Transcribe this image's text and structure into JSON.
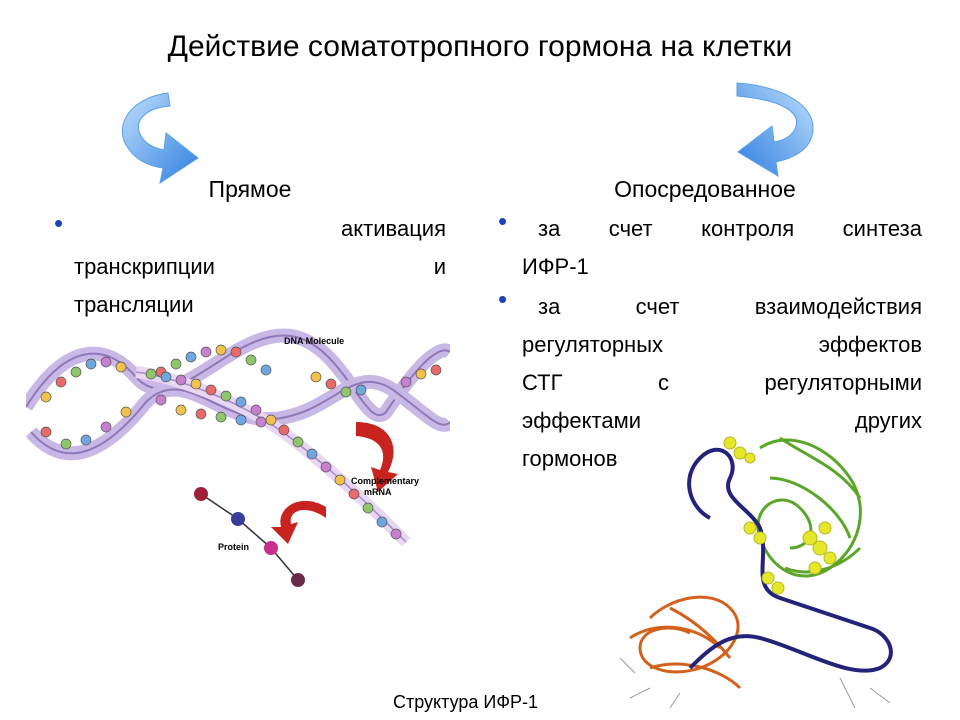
{
  "title": "Действие соматотропного гормона на клетки",
  "left": {
    "heading": "Прямое",
    "bullet_lines": [
      "активация",
      "транскрипции и",
      "трансляции"
    ]
  },
  "right": {
    "heading": "Опосредованное",
    "bullets": [
      {
        "lines": [
          "за счет контроля синтеза",
          "ИФР-1"
        ]
      },
      {
        "lines": [
          "за счет взаимодействия",
          "регуляторных эффектов",
          "СТГ с регуляторными",
          "эффектами других",
          "гормонов"
        ]
      }
    ]
  },
  "dna_figure": {
    "label_molecule": "DNA Molecule",
    "label_mrna_1": "Complementary",
    "label_mrna_2": "mRNA",
    "label_protein": "Protein"
  },
  "caption": "Структура ИФР-1",
  "colors": {
    "arrow_blue": "#3d8ee8",
    "bullet_blue": "#1f3fbf",
    "dna_violet": "#b9a6d8",
    "red_arrow": "#c8231e"
  }
}
